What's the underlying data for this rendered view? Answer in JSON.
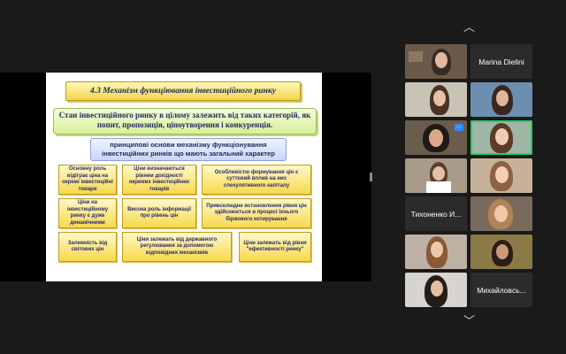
{
  "slide": {
    "title": "4.3 Механізм функціювання  інвестиційного  ринку",
    "lead": "Стан інвестиційного ринку в цілому залежить від таких категорій, як попит, пропозиція, ціноутворення і конкуренція.",
    "subtitle": "принципові основи механізму функціонування інвестиційних ринків що мають загальний характер",
    "cells": [
      "Основну роль відіграє ціна на окремі інвестиційні товари",
      "Ціни визначаються рівнем дохідності окремих інвестиційних товарів",
      "Особливістю формування цін є суттєвий вплив на них спекулятивного капіталу",
      "Ціни на інвестиційному ринку є дуже динамічними",
      "Висока роль інформації про рівень цін",
      "Привселюдне встановлення рівня цін здійснюється в процесі їхнього біржового котирування",
      "Залежність від світових цін",
      "Ціни залежать від державного регулювання за допомогою відповідних механізмів",
      "Ціни залежать від рівня \"ефективності ринку\""
    ]
  },
  "participants": {
    "named": {
      "marina": "Marina Dielini",
      "tykhonenko": "Тихоненко И...",
      "mykhailovska": "Михайловсь..."
    }
  },
  "nav": {
    "up": "︿",
    "down": "﹀"
  }
}
